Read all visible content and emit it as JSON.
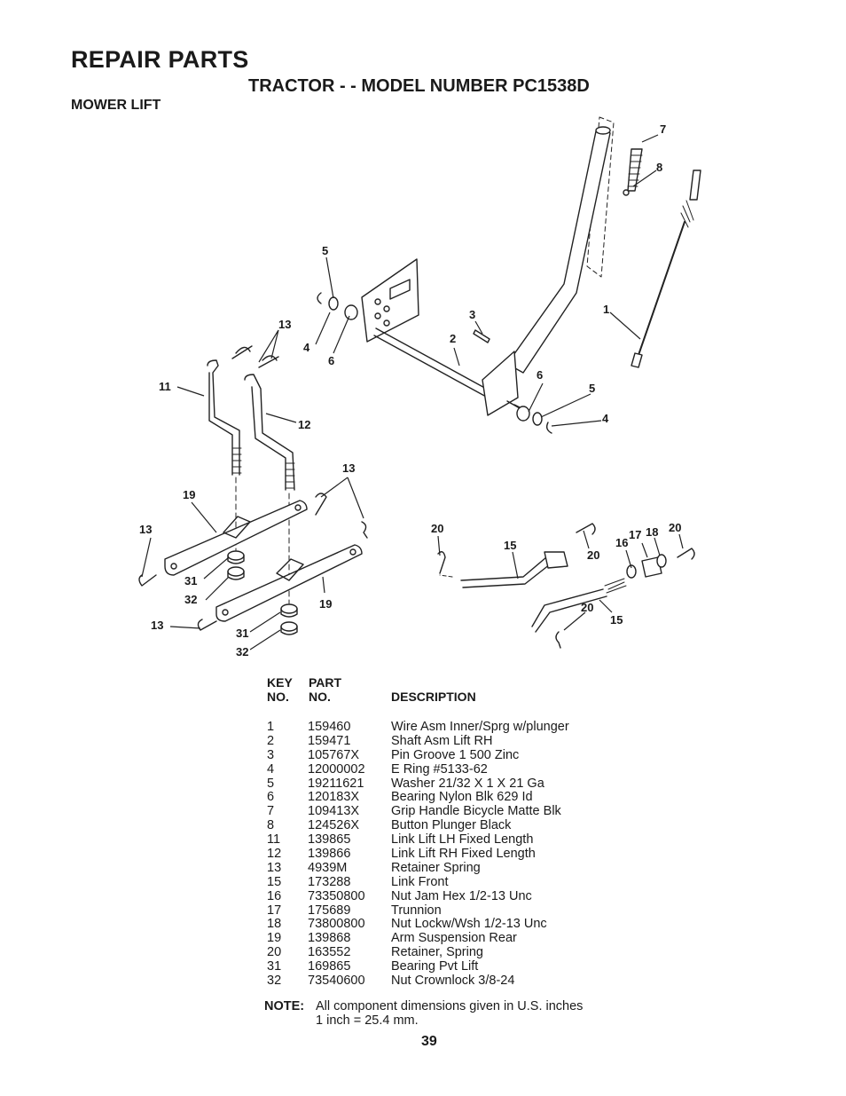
{
  "header": {
    "title": "REPAIR PARTS",
    "subtitle": "TRACTOR - - MODEL NUMBER PC1538D",
    "section": "MOWER LIFT"
  },
  "diagram_labels": [
    "7",
    "8",
    "5",
    "13",
    "4",
    "6",
    "3",
    "2",
    "1",
    "11",
    "12",
    "6",
    "5",
    "4",
    "13",
    "19",
    "13",
    "31",
    "32",
    "19",
    "13",
    "31",
    "32",
    "20",
    "15",
    "20",
    "16",
    "17",
    "18",
    "20",
    "20",
    "15"
  ],
  "table": {
    "key_header": [
      "KEY",
      "NO."
    ],
    "part_header": [
      "PART",
      "NO."
    ],
    "desc_header": "DESCRIPTION",
    "rows": [
      {
        "key": "1",
        "part": "159460",
        "desc": "Wire Asm Inner/Sprg w/plunger"
      },
      {
        "key": "2",
        "part": "159471",
        "desc": "Shaft Asm Lift RH"
      },
      {
        "key": "3",
        "part": "105767X",
        "desc": "Pin Groove 1 500 Zinc"
      },
      {
        "key": "4",
        "part": "12000002",
        "desc": "E Ring #5133-62"
      },
      {
        "key": "5",
        "part": "19211621",
        "desc": "Washer 21/32 X 1 X 21 Ga"
      },
      {
        "key": "6",
        "part": "120183X",
        "desc": "Bearing Nylon Blk 629 Id"
      },
      {
        "key": "7",
        "part": "109413X",
        "desc": "Grip Handle Bicycle Matte Blk"
      },
      {
        "key": "8",
        "part": "124526X",
        "desc": "Button Plunger Black"
      },
      {
        "key": "11",
        "part": "139865",
        "desc": "Link Lift LH Fixed Length"
      },
      {
        "key": "12",
        "part": "139866",
        "desc": "Link Lift RH Fixed Length"
      },
      {
        "key": "13",
        "part": "4939M",
        "desc": "Retainer Spring"
      },
      {
        "key": "15",
        "part": "173288",
        "desc": "Link Front"
      },
      {
        "key": "16",
        "part": "73350800",
        "desc": "Nut Jam Hex 1/2-13 Unc"
      },
      {
        "key": "17",
        "part": "175689",
        "desc": "Trunnion"
      },
      {
        "key": "18",
        "part": "73800800",
        "desc": "Nut Lockw/Wsh 1/2-13 Unc"
      },
      {
        "key": "19",
        "part": "139868",
        "desc": "Arm Suspension Rear"
      },
      {
        "key": "20",
        "part": "163552",
        "desc": "Retainer, Spring"
      },
      {
        "key": "31",
        "part": "169865",
        "desc": "Bearing Pvt Lift"
      },
      {
        "key": "32",
        "part": "73540600",
        "desc": "Nut Crownlock 3/8-24"
      }
    ]
  },
  "note": {
    "label": "NOTE:",
    "line1": "All component dimensions given in U.S. inches",
    "line2": "1 inch = 25.4 mm."
  },
  "page_number": "39"
}
